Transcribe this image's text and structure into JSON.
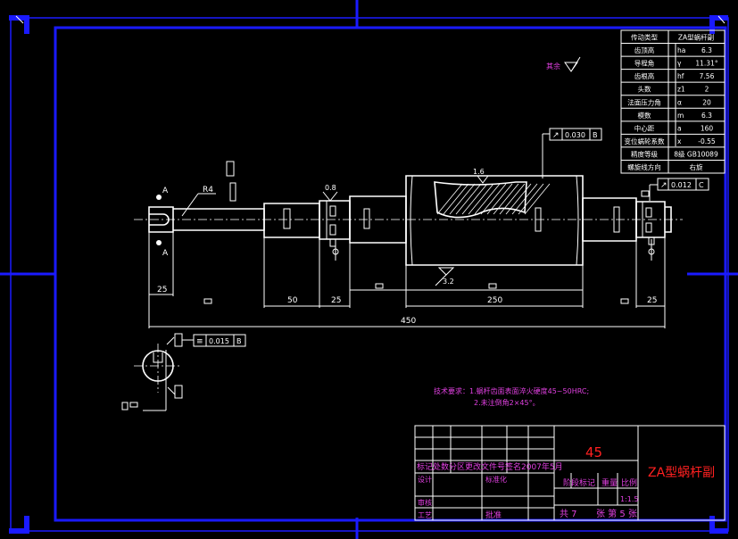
{
  "params_table": {
    "rows": [
      {
        "label": "传动类型",
        "sym": "",
        "value": "ZA型蜗杆副"
      },
      {
        "label": "齿顶高",
        "sym": "ha",
        "value": "6.3"
      },
      {
        "label": "导程角",
        "sym": "γ",
        "value": "11.31°"
      },
      {
        "label": "齿根高",
        "sym": "hf",
        "value": "7.56"
      },
      {
        "label": "头数",
        "sym": "z1",
        "value": "2"
      },
      {
        "label": "法面压力角",
        "sym": "α",
        "value": "20"
      },
      {
        "label": "模数",
        "sym": "m",
        "value": "6.3"
      },
      {
        "label": "中心距",
        "sym": "a",
        "value": "160"
      },
      {
        "label": "变位蜗轮系数",
        "sym": "x",
        "value": "-0.55"
      },
      {
        "label": "精度等级",
        "sym": "",
        "value": "8级 GB10089"
      },
      {
        "label": "螺旋线方向",
        "sym": "",
        "value": "右旋"
      }
    ]
  },
  "roughness_note": "其余",
  "tolerances": {
    "top": {
      "symbol": "↗",
      "value": "0.030",
      "datum": "B"
    },
    "right": {
      "symbol": "↗",
      "value": "0.012",
      "datum": "C"
    },
    "keyway": {
      "symbol": "≡",
      "value": "0.015",
      "datum": "B"
    }
  },
  "annotations": {
    "section_A_top": "A",
    "section_A_bottom": "A",
    "radius": "R4",
    "roughness_08": "0.8",
    "roughness_16": "1.6",
    "roughness_32": "3.2"
  },
  "dimensions": {
    "d25_left": "25",
    "d50": "50",
    "d25_mid": "25",
    "d250": "250",
    "d25_right": "25",
    "d450": "450"
  },
  "tech_requirements": {
    "line1": "技术要求：1.蜗杆齿面表面淬火硬度45~50HRC;",
    "line2": "2.未注倒角2×45°。"
  },
  "title_block": {
    "material": "45",
    "drawing_title": "ZA型蜗杆副",
    "revision_row": "标记处数分区更改文件号签名2007年5月",
    "design": "设计",
    "standardize": "标准化",
    "stage_mark": "阶段标记",
    "weight": "重量",
    "scale": "比例",
    "scale_value": "1:1.5",
    "review": "审核",
    "process": "工艺",
    "approve": "批准",
    "sheet_total": "共 7",
    "sheet_no": "张 第 5 张"
  }
}
